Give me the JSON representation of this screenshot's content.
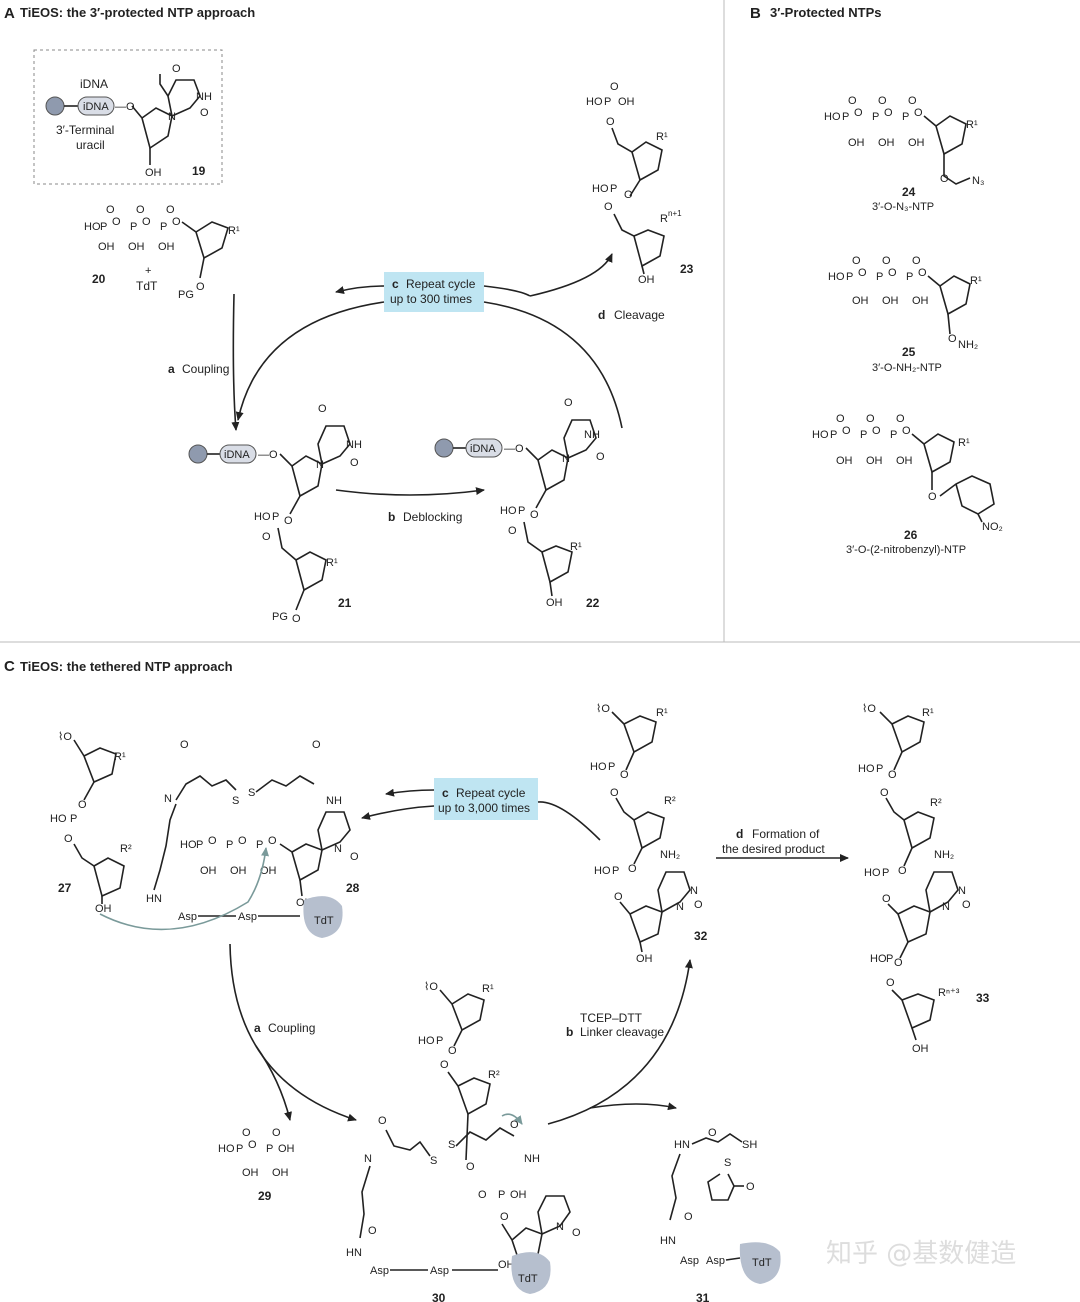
{
  "panels": {
    "a": {
      "letter": "A",
      "title": "TiEOS: the 3′-protected NTP approach"
    },
    "b": {
      "letter": "B",
      "title": "3′-Protected NTPs"
    },
    "c": {
      "letter": "C",
      "title": "TiEOS: the tethered NTP approach"
    }
  },
  "panel_a": {
    "inset": {
      "idna": "iDNA",
      "label_top": "iDNA",
      "label1": "3′-Terminal",
      "label2": "uracil",
      "num": "19"
    },
    "c20": {
      "num": "20",
      "plus": "+",
      "tdt": "TdT",
      "pg": "PG"
    },
    "repeat": {
      "letter": "c",
      "line1": "Repeat cycle",
      "line2": "up to 300 times"
    },
    "coupling": {
      "letter": "a",
      "text": "Coupling"
    },
    "cleavage": {
      "letter": "d",
      "text": "Cleavage"
    },
    "deblocking": {
      "letter": "b",
      "text": "Deblocking"
    },
    "c21": {
      "num": "21",
      "pg": "PG"
    },
    "c22": {
      "num": "22"
    },
    "c23": {
      "num": "23",
      "r": "R",
      "rsup": "n+1"
    }
  },
  "panel_b": {
    "c24": {
      "num": "24",
      "name": "3′-O-N₃-NTP",
      "sub": "N₃"
    },
    "c25": {
      "num": "25",
      "name": "3′-O-NH₂-NTP",
      "sub": "NH₂"
    },
    "c26": {
      "num": "26",
      "name": "3′-O-(2-nitrobenzyl)-NTP",
      "sub": "NO₂"
    }
  },
  "panel_c": {
    "repeat": {
      "letter": "c",
      "line1": "Repeat cycle",
      "line2": "up to 3,000 times"
    },
    "formation": {
      "letter": "d",
      "line1": "Formation of",
      "line2": "the desired product"
    },
    "coupling": {
      "letter": "a",
      "text": "Coupling"
    },
    "linker": {
      "letter": "b",
      "line1": "TCEP–DTT",
      "line2": "Linker cleavage"
    },
    "c27": {
      "num": "27"
    },
    "c28": {
      "num": "28"
    },
    "c29": {
      "num": "29"
    },
    "c30": {
      "num": "30"
    },
    "c31": {
      "num": "31"
    },
    "c32": {
      "num": "32"
    },
    "c33": {
      "num": "33"
    },
    "asp": "Asp",
    "tdt": "TdT"
  },
  "watermark": "知乎 @基数健造"
}
